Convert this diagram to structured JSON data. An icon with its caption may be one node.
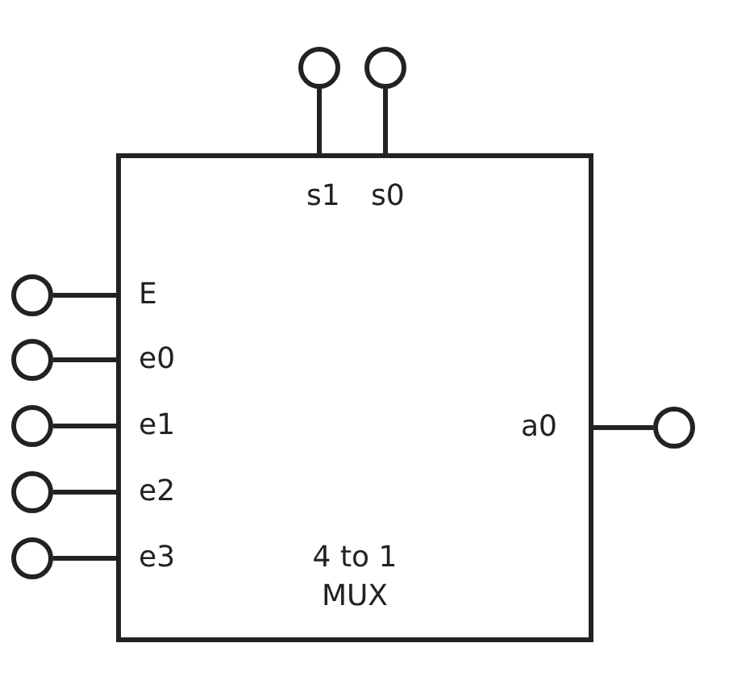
{
  "diagram": {
    "nodes": [
      {
        "text": [
          "4 to 1 MUX"
        ]
      },
      {
        "text": [],
        "shape": "circle"
      },
      {
        "text": [],
        "shape": "circle"
      },
      {
        "text": [],
        "shape": "circle"
      },
      {
        "text": [],
        "shape": "circle"
      },
      {
        "text": [],
        "shape": "circle"
      },
      {
        "text": [],
        "shape": "circle"
      },
      {
        "text": [],
        "shape": "circle"
      },
      {
        "text": [],
        "shape": "circle"
      }
    ],
    "edges": [
      {
        "from": 1,
        "to": 0,
        "arrow": "none"
      },
      {
        "from": 2,
        "to": 0,
        "arrow": "none"
      },
      {
        "from": 3,
        "to": 0,
        "arrow": "none"
      },
      {
        "from": 4,
        "to": 0,
        "arrow": "none"
      },
      {
        "from": 5,
        "to": 0,
        "arrow": "none"
      },
      {
        "from": 6,
        "to": 0,
        "arrow": "none"
      },
      {
        "from": 7,
        "to": 0,
        "arrow": "none"
      },
      {
        "from": 0,
        "to": 8,
        "arrow": "none"
      }
    ],
    "labels": [
      "s1",
      "s0",
      "E",
      "e0",
      "e1",
      "e2",
      "e3",
      "a0"
    ]
  }
}
